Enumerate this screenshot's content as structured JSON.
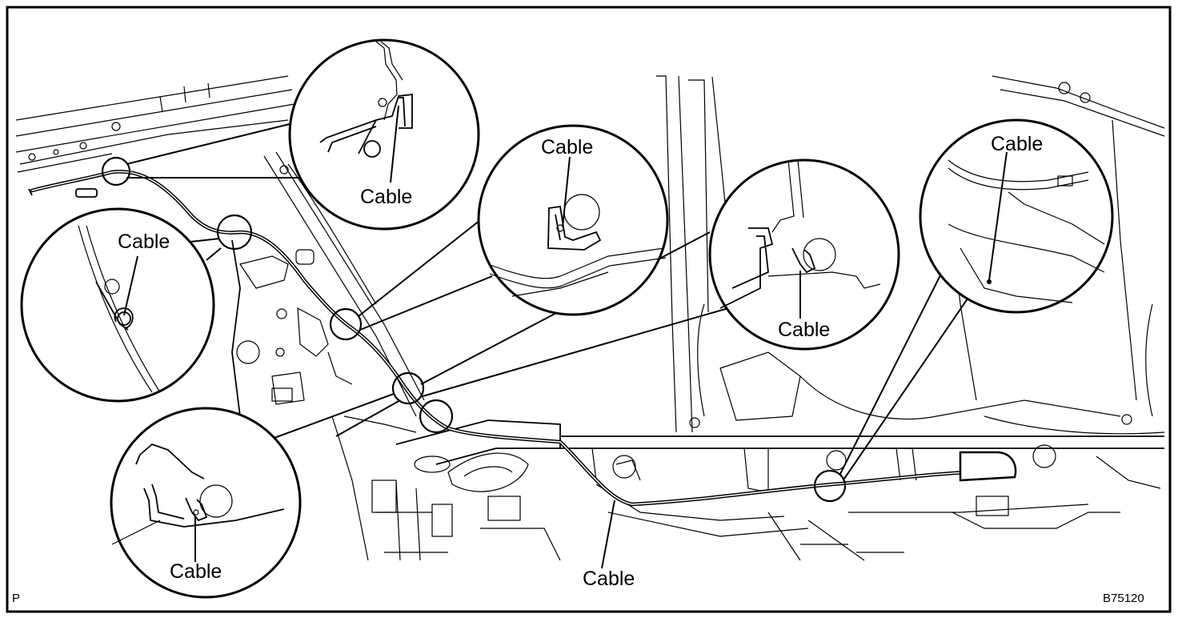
{
  "diagram": {
    "callout_label": "Cable",
    "main_label": "Cable",
    "figure_code": "B75120",
    "corner_mark": "P"
  }
}
